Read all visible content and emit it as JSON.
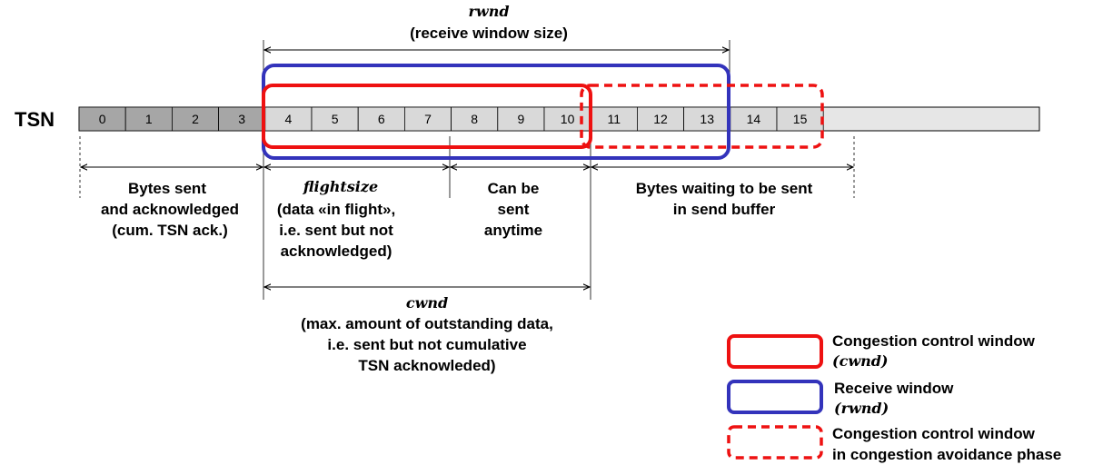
{
  "tsn_label": "TSN",
  "cells": [
    "0",
    "1",
    "2",
    "3",
    "4",
    "5",
    "6",
    "7",
    "8",
    "9",
    "10",
    "11",
    "12",
    "13",
    "14",
    "15"
  ],
  "rwnd": {
    "name": "rwnd",
    "desc": "(receive window size)"
  },
  "bytes_sent": {
    "line1": "Bytes sent",
    "line2": "and acknowledged",
    "line3": "(cum. TSN ack.)"
  },
  "flightsize": {
    "name": "flightsize",
    "line1": "(data «in flight»,",
    "line2": "i.e. sent but not",
    "line3": "acknowledged)"
  },
  "can_be_sent": {
    "line1": "Can be",
    "line2": "sent",
    "line3": "anytime"
  },
  "waiting": {
    "line1": "Bytes waiting to be sent",
    "line2": "in send buffer"
  },
  "cwnd": {
    "name": "cwnd",
    "line1": "(max. amount of outstanding data,",
    "line2": "i.e. sent but not cumulative",
    "line3": "TSN acknowleded)"
  },
  "legend": {
    "cwnd_title": "Congestion control window",
    "cwnd_sym": "(cwnd)",
    "rwnd_title": "Receive window",
    "rwnd_sym": "(rwnd)",
    "ca_line1": "Congestion control window",
    "ca_line2": "in congestion avoidance phase"
  },
  "colors": {
    "red": "#ee1111",
    "blue": "#3333bb",
    "cell_dark": "#a6a6a6",
    "cell_light": "#d9d9d9",
    "bar_light": "#e6e6e6"
  }
}
